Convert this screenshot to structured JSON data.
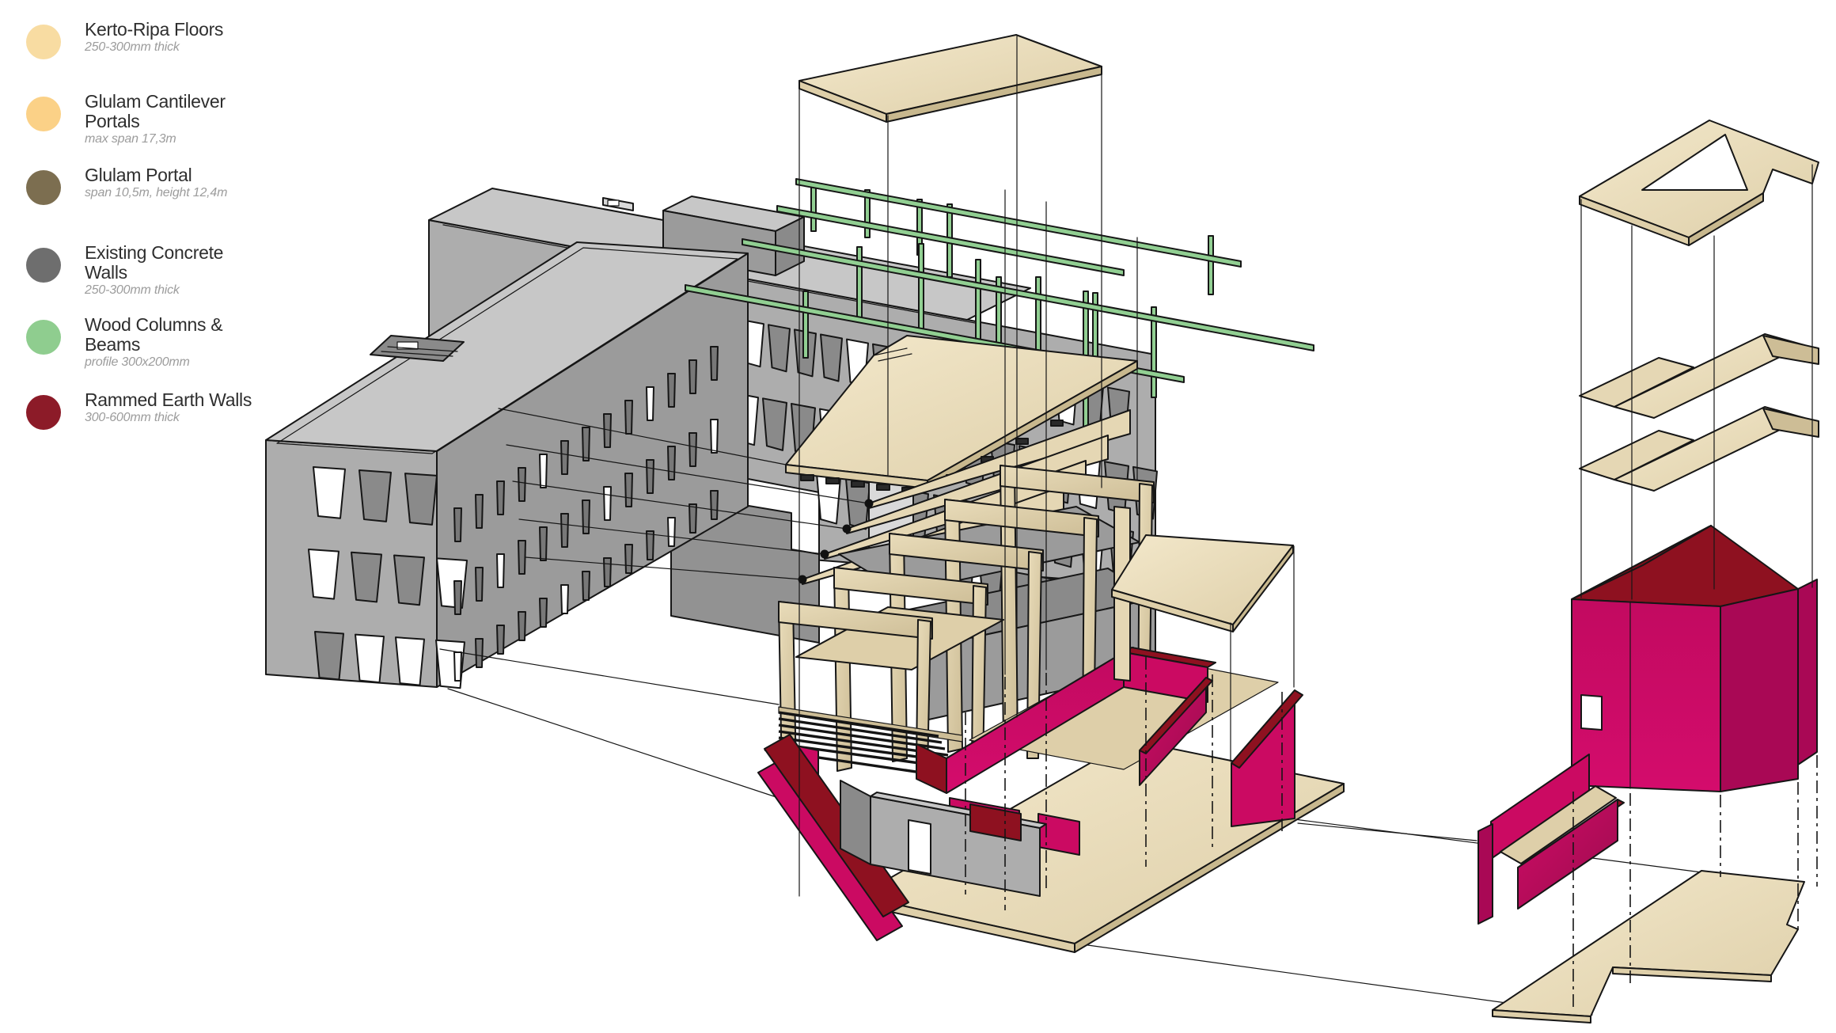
{
  "legend": {
    "items": [
      {
        "id": "kerto-ripa-floors",
        "title": "Kerto-Ripa Floors",
        "subtitle": "250-300mm thick",
        "color": "#F8DCA2"
      },
      {
        "id": "glulam-cantilever-portals",
        "title": "Glulam Cantilever Portals",
        "subtitle": "max span 17,3m",
        "color": "#FBD187"
      },
      {
        "id": "glulam-portal",
        "title": "Glulam Portal",
        "subtitle": "span 10,5m, height 12,4m",
        "color": "#7C6E50"
      },
      {
        "id": "existing-concrete-walls",
        "title": "Existing Concrete Walls",
        "subtitle": "250-300mm thick",
        "color": "#6E6E6E"
      },
      {
        "id": "wood-columns-beams",
        "title": "Wood Columns & Beams",
        "subtitle": "profile 300x200mm",
        "color": "#8FCD8F"
      },
      {
        "id": "rammed-earth-walls",
        "title": "Rammed Earth Walls",
        "subtitle": "300-600mm thick",
        "color": "#8C1B28"
      }
    ]
  },
  "colors": {
    "cream": "#F2E7C9",
    "cream_side": "#DECFA9",
    "cream_deep": "#C8B88E",
    "tan": "#E5D7B4",
    "tan_dark": "#CDBD96",
    "tan_shadow": "#B5A37C",
    "gray_roof": "#C7C7C7",
    "gray_light": "#ADADAD",
    "gray_mid": "#9B9B9B",
    "gray_dark": "#8A8A8A",
    "gray_deep": "#787878",
    "gray_panel": "#929292",
    "green": "#91CF92",
    "magenta": "#CB0A62",
    "magenta_dark": "#A90855",
    "red_dark": "#8E1120",
    "white": "#FFFFFF",
    "line": "#161616"
  }
}
